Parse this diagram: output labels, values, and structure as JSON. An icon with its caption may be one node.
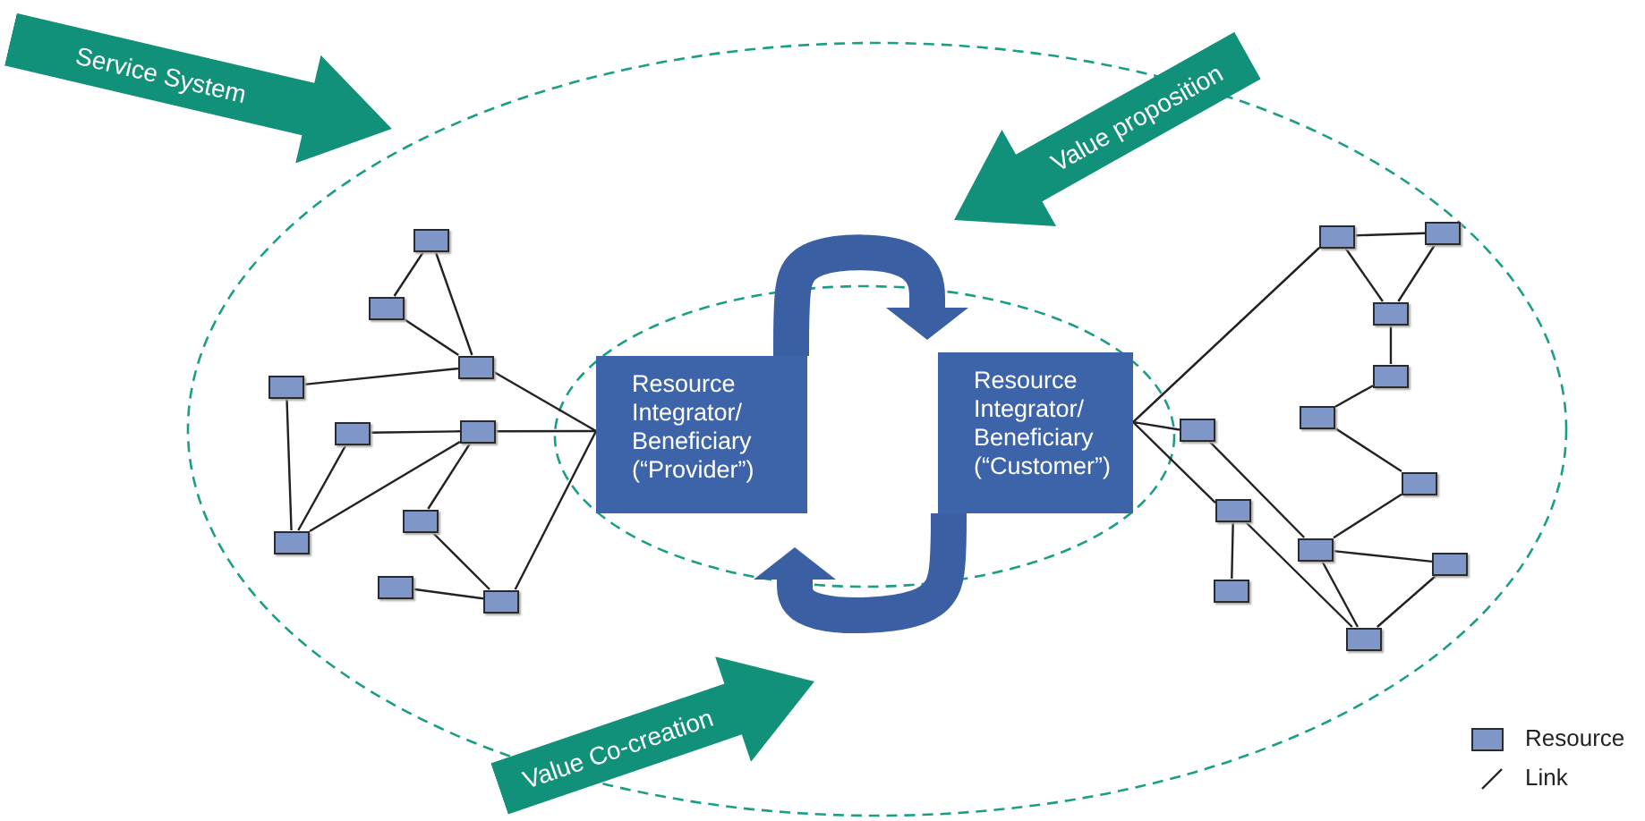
{
  "diagram": {
    "nodes": [
      {
        "text": [
          "Service System"
        ]
      },
      {
        "text": [
          "Value proposition"
        ]
      },
      {
        "text": [],
        "shape": "box"
      },
      {
        "text": [],
        "shape": "box"
      },
      {
        "text": [],
        "shape": "box"
      },
      {
        "text": [],
        "shape": "box"
      },
      {
        "text": [],
        "shape": "box"
      },
      {
        "text": [],
        "shape": "box"
      },
      {
        "text": [],
        "shape": "box"
      },
      {
        "text": [],
        "shape": "box"
      },
      {
        "text": [],
        "shape": "box"
      },
      {
        "text": [],
        "shape": "box"
      },
      {
        "text": [
          "Resource Integrator/ Beneficiary (“Provider”)"
        ]
      },
      {
        "text": [
          "Resource Integrator/ Beneficiary (“Customer”)"
        ]
      },
      {
        "text": [],
        "shape": "box"
      },
      {
        "text": [],
        "shape": "box"
      },
      {
        "text": [],
        "shape": "box"
      },
      {
        "text": [],
        "shape": "box"
      },
      {
        "text": [],
        "shape": "box"
      },
      {
        "text": [],
        "shape": "box"
      },
      {
        "text": [],
        "shape": "box"
      },
      {
        "text": [],
        "shape": "box"
      },
      {
        "text": [],
        "shape": "box"
      },
      {
        "text": [],
        "shape": "box"
      },
      {
        "text": [],
        "shape": "box"
      },
      {
        "text": [],
        "shape": "box"
      },
      {
        "text": [
          "Value Co-creation"
        ]
      }
    ],
    "edges": [
      {
        "from": 2,
        "to": 3,
        "arrow": "none"
      },
      {
        "from": 2,
        "to": 4,
        "arrow": "none"
      },
      {
        "from": 3,
        "to": 4,
        "arrow": "none"
      },
      {
        "from": 4,
        "to": 5,
        "arrow": "none"
      },
      {
        "from": 4,
        "to": 12,
        "arrow": "none"
      },
      {
        "from": 5,
        "to": 8,
        "arrow": "none"
      },
      {
        "from": 6,
        "to": 8,
        "arrow": "none"
      },
      {
        "from": 6,
        "to": 7,
        "arrow": "none"
      },
      {
        "from": 7,
        "to": 8,
        "arrow": "none"
      },
      {
        "from": 7,
        "to": 12,
        "arrow": "none"
      },
      {
        "from": 7,
        "to": 9,
        "arrow": "none"
      },
      {
        "from": 9,
        "to": 11,
        "arrow": "none"
      },
      {
        "from": 10,
        "to": 11,
        "arrow": "none"
      },
      {
        "from": 11,
        "to": 12,
        "arrow": "none"
      },
      {
        "from": 13,
        "to": 14,
        "arrow": "none"
      },
      {
        "from": 14,
        "to": 15,
        "arrow": "none"
      },
      {
        "from": 14,
        "to": 16,
        "arrow": "none"
      },
      {
        "from": 15,
        "to": 16,
        "arrow": "none"
      },
      {
        "from": 16,
        "to": 17,
        "arrow": "none"
      },
      {
        "from": 17,
        "to": 18,
        "arrow": "none"
      },
      {
        "from": 18,
        "to": 20,
        "arrow": "none"
      },
      {
        "from": 20,
        "to": 22,
        "arrow": "none"
      },
      {
        "from": 22,
        "to": 23,
        "arrow": "none"
      },
      {
        "from": 22,
        "to": 25,
        "arrow": "none"
      },
      {
        "from": 23,
        "to": 25,
        "arrow": "none"
      },
      {
        "from": 13,
        "to": 19,
        "arrow": "none"
      },
      {
        "from": 19,
        "to": 22,
        "arrow": "none"
      },
      {
        "from": 13,
        "to": 21,
        "arrow": "none"
      },
      {
        "from": 21,
        "to": 24,
        "arrow": "none"
      },
      {
        "from": 21,
        "to": 25,
        "arrow": "none"
      },
      {
        "from": 12,
        "to": 13,
        "arrow": "to",
        "style": "thick",
        "color": "#3b5fa3"
      },
      {
        "from": 13,
        "to": 12,
        "arrow": "to",
        "style": "thick",
        "color": "#3b5fa3"
      }
    ],
    "legend": [
      {
        "text": "Resource",
        "color": "#7f96c8"
      },
      {
        "text": "Link"
      }
    ]
  }
}
